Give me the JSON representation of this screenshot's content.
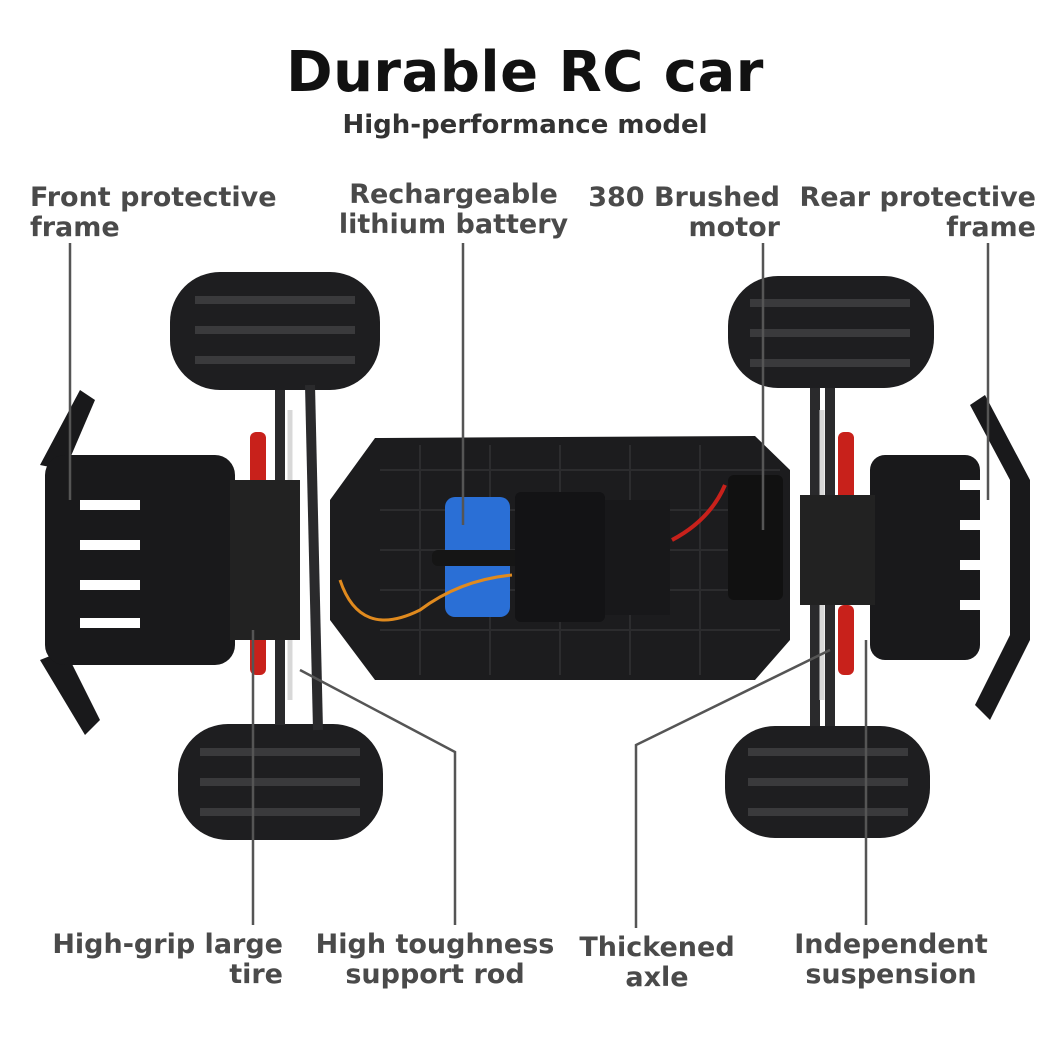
{
  "header": {
    "title": "Durable RC car",
    "subtitle": "High-performance model"
  },
  "labels": {
    "front_frame": [
      "Front protective",
      "frame"
    ],
    "battery": [
      "Rechargeable",
      "lithium battery"
    ],
    "motor": [
      "380 Brushed",
      "motor"
    ],
    "rear_frame": [
      "Rear protective",
      "frame"
    ],
    "tire": [
      "High-grip large",
      "tire"
    ],
    "support_rod": [
      "High toughness",
      "support rod"
    ],
    "axle": [
      "Thickened",
      "axle"
    ],
    "suspension": [
      "Independent",
      "suspension"
    ]
  },
  "colors": {
    "chassis": "#1c1c1e",
    "battery": "#2a6fd6",
    "shock": "#c8211b",
    "label": "#4a4a4a"
  }
}
